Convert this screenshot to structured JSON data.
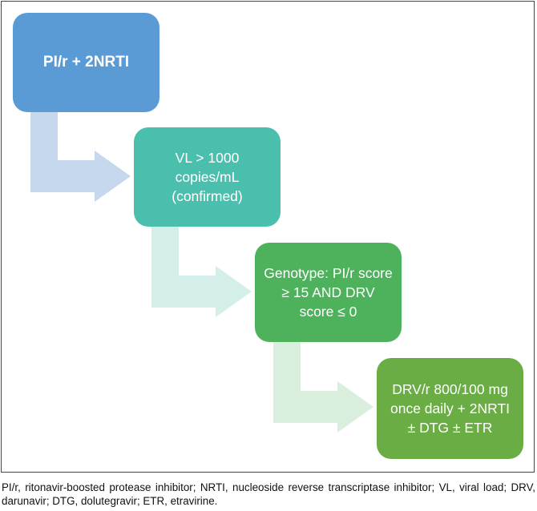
{
  "diagram": {
    "steps": [
      {
        "label": "PI/r + 2NRTI"
      },
      {
        "label": "VL > 1000 copies/mL (confirmed)"
      },
      {
        "label": "Genotype: PI/r score ≥ 15 AND DRV score ≤ 0"
      },
      {
        "label": "DRV/r 800/100 mg once daily + 2NRTI ± DTG ± ETR"
      }
    ],
    "box_colors": [
      "#5b9bd5",
      "#4bbfad",
      "#4eb25c",
      "#6aad45"
    ],
    "arrow_colors": [
      "#c6d8ee",
      "#d4eee9",
      "#d9eedd",
      "#e4efdf"
    ]
  },
  "caption": {
    "text": "PI/r, ritonavir-boosted protease inhibitor; NRTI, nucleoside reverse transcriptase inhibitor; VL, viral load; DRV, darunavir; DTG, dolutegravir; ETR, etravirine."
  }
}
